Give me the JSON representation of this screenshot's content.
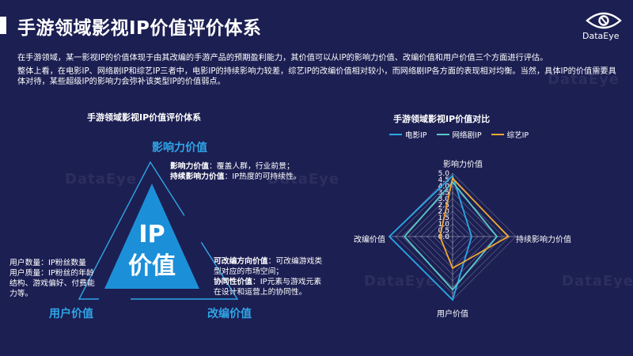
{
  "header": {
    "title": "手游领域影视IP价值评价体系",
    "logo_text": "DataEye"
  },
  "intro": {
    "line1": "在手游领域，某一影视IP的价值体现于由其改编的手游产品的预期盈利能力，其价值可以从IP的影响力价值、改编价值和用户价值三个方面进行评估。",
    "line2": "整体上看，在电影IP、网络剧IP和综艺IP三者中，电影IP的持续影响力较差，综艺IP的改编价值相对较小，而网络剧IP各方面的表现相对均衡。当然，具体IP的价值需要具体对待，某些超级IP的影响力会弥补该类型IP的价值弱点。"
  },
  "left_panel": {
    "title": "手游领域影视IP价值评价体系",
    "center_label_1": "IP",
    "center_label_2": "价值",
    "influence": {
      "heading": "影响力价值",
      "term1": "影响力价值",
      "desc1": "：覆盖人群，行业前景；",
      "term2": "持续影响力价值",
      "desc2": "：IP热度的可持续性。"
    },
    "user": {
      "heading": "用户价值",
      "line1": "用户数量：IP粉丝数量",
      "line2": "用户质量：IP粉丝的年龄结构、游戏偏好、付费能力等。"
    },
    "adapt": {
      "heading": "改编价值",
      "term1": "可改编方向价值",
      "desc1": "：可改编游戏类型对应的市场空间；",
      "term2": "协同性价值",
      "desc2": "：IP元素与游戏元素在设计和运营上的协同性。"
    }
  },
  "watermark": "DataEye",
  "colors": {
    "background": "#1c1f52",
    "accent_blue": "#2ea6e8",
    "movie": "#2aa7e6",
    "web_drama": "#5ac8c8",
    "variety": "#f0a830"
  },
  "chart_data": {
    "type": "radar",
    "title": "手游领域影视IP价值对比",
    "axes": [
      "影响力价值",
      "持续影响力价值",
      "用户价值",
      "改编价值"
    ],
    "rmin": 0,
    "rmax": 5,
    "ticks": [
      "5.0",
      "4.5",
      "4.0",
      "3.5",
      "3.0",
      "2.5",
      "2.0",
      "1.5",
      "1.0",
      "0.5",
      "0.0"
    ],
    "legend_position": "top",
    "series": [
      {
        "name": "电影IP",
        "color": "#2aa7e6",
        "values": [
          4.8,
          1.5,
          5.0,
          5.0
        ]
      },
      {
        "name": "网络剧IP",
        "color": "#5ac8c8",
        "values": [
          4.3,
          3.5,
          4.2,
          3.8
        ]
      },
      {
        "name": "综艺IP",
        "color": "#f0a830",
        "values": [
          4.6,
          4.4,
          2.5,
          1.0
        ]
      }
    ]
  }
}
